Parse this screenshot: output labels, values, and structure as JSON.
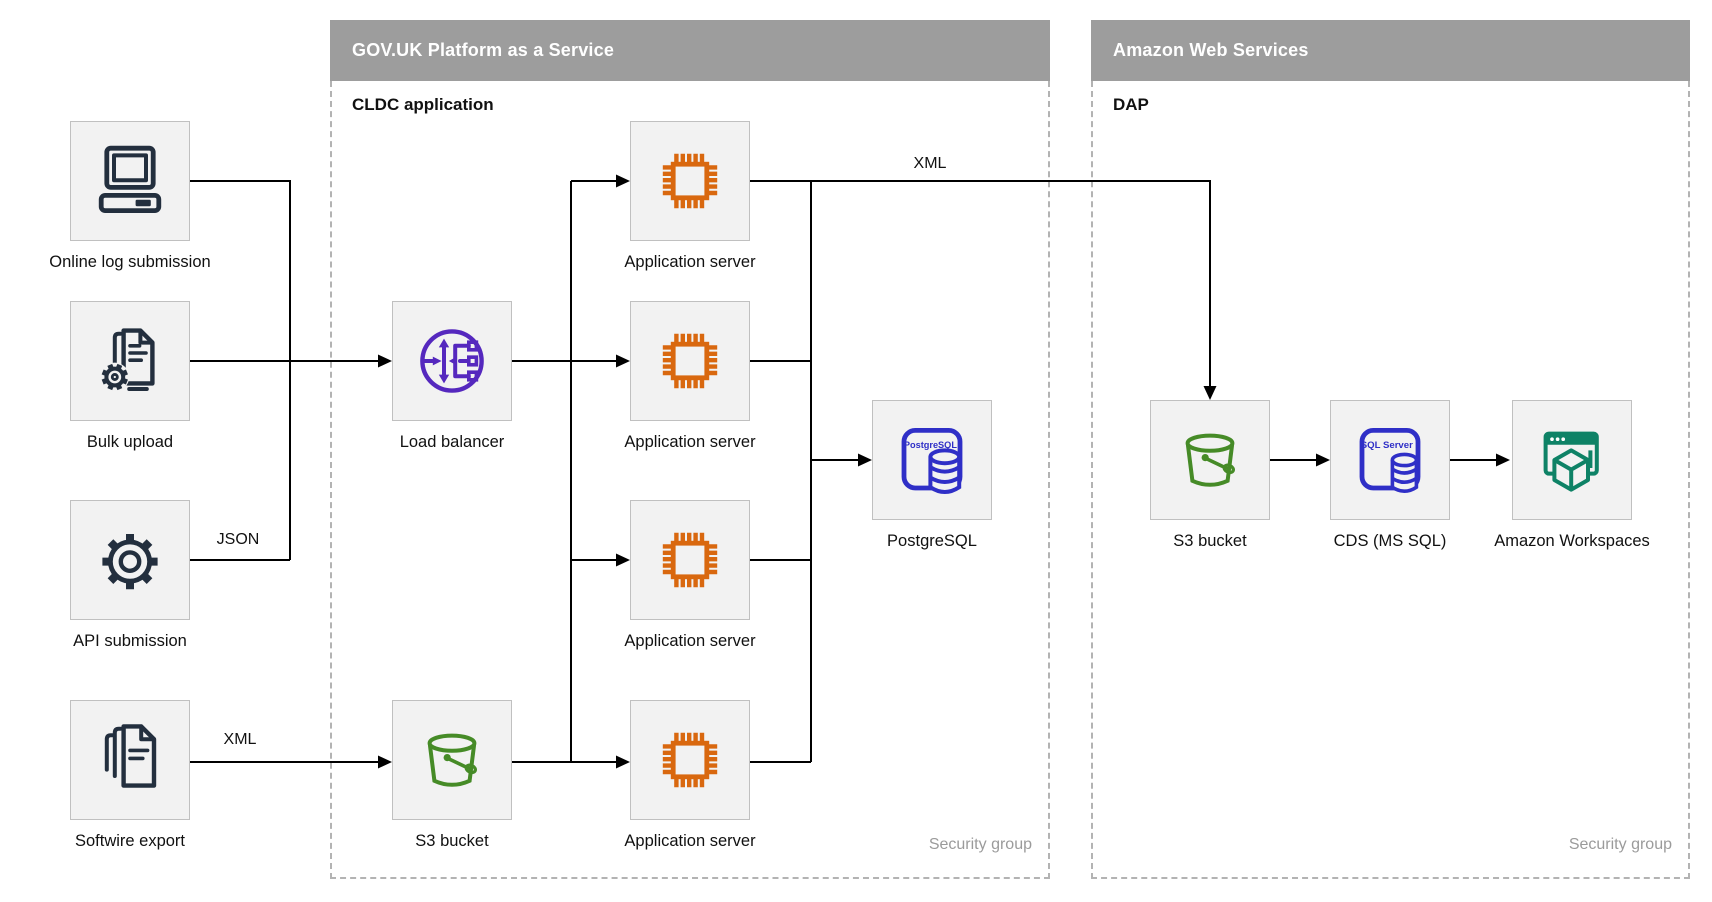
{
  "containers": {
    "govuk": {
      "title": "GOV.UK Platform as a Service",
      "sublabel": "CLDC application",
      "security_label": "Security group"
    },
    "aws": {
      "title": "Amazon Web Services",
      "sublabel": "DAP",
      "security_label": "Security group"
    }
  },
  "nodes": [
    {
      "id": "online-log-submission",
      "label": "Online log submission",
      "icon": "computer-icon"
    },
    {
      "id": "bulk-upload",
      "label": "Bulk upload",
      "icon": "document-gear-icon"
    },
    {
      "id": "api-submission",
      "label": "API submission",
      "icon": "gear-icon"
    },
    {
      "id": "softwire-export",
      "label": "Softwire export",
      "icon": "documents-icon"
    },
    {
      "id": "load-balancer",
      "label": "Load balancer",
      "icon": "load-balancer-icon"
    },
    {
      "id": "s3-bucket-paas",
      "label": "S3 bucket",
      "icon": "s3-bucket-icon"
    },
    {
      "id": "app-server-1",
      "label": "Application server",
      "icon": "chip-icon"
    },
    {
      "id": "app-server-2",
      "label": "Application server",
      "icon": "chip-icon"
    },
    {
      "id": "app-server-3",
      "label": "Application server",
      "icon": "chip-icon"
    },
    {
      "id": "app-server-4",
      "label": "Application server",
      "icon": "chip-icon"
    },
    {
      "id": "postgresql",
      "label": "PostgreSQL",
      "icon": "postgresql-icon"
    },
    {
      "id": "s3-bucket-aws",
      "label": "S3 bucket",
      "icon": "s3-bucket-icon"
    },
    {
      "id": "cds",
      "label": "CDS (MS SQL)",
      "icon": "sql-server-icon"
    },
    {
      "id": "amazon-workspaces",
      "label": "Amazon Workspaces",
      "icon": "workspaces-icon"
    }
  ],
  "edge_labels": [
    {
      "id": "json-label",
      "text": "JSON"
    },
    {
      "id": "xml-softwire-label",
      "text": "XML"
    },
    {
      "id": "xml-to-aws-label",
      "text": "XML"
    }
  ],
  "icon_texts": {
    "postgresql": "PostgreSQL",
    "sql_server": "SQL Server"
  },
  "colors": {
    "line": "#000000",
    "header_gray": "#9d9d9d",
    "dash_gray": "#b3b3b3",
    "security_gray": "#9b9b9b",
    "box_fill": "#f2f2f2",
    "box_border": "#c0c0c0",
    "navy": "#232f3e",
    "orange": "#d9680f",
    "purple": "#5528be",
    "green": "#468b27",
    "blue": "#2f2fc7",
    "teal": "#0e8266"
  }
}
